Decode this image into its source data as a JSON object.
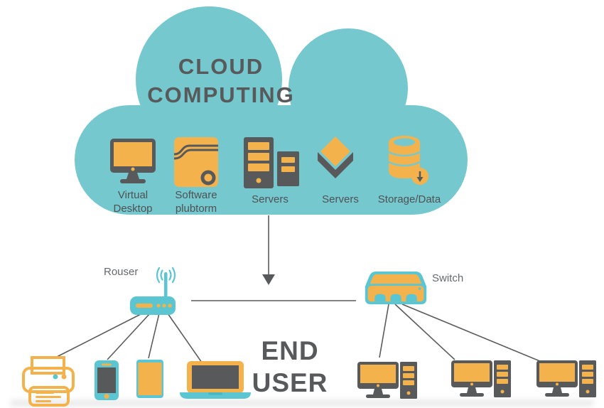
{
  "title": {
    "line1": "CLOUD",
    "line2": "COMPUTING"
  },
  "cloud_items": [
    {
      "label": "Virtual Desktop",
      "icon": "monitor-icon"
    },
    {
      "label": "Software plubtorm",
      "icon": "software-box-icon"
    },
    {
      "label": "Servers",
      "icon": "server-towers-icon"
    },
    {
      "label": "Servers",
      "icon": "layered-diamond-icon"
    },
    {
      "label": "Storage/Data",
      "icon": "database-icon"
    }
  ],
  "network": {
    "router_label": "Rouser",
    "switch_label": "Switch"
  },
  "end_user": {
    "line1": "END",
    "line2": "USER"
  },
  "colors": {
    "teal": "#75C8CE",
    "dev-teal": "#5BC6D2",
    "dev-teal-dark": "#4DB4C2",
    "orange": "#F4B24C",
    "dark": "#58595B",
    "text": "#54575A",
    "line": "#5A5B5D"
  }
}
